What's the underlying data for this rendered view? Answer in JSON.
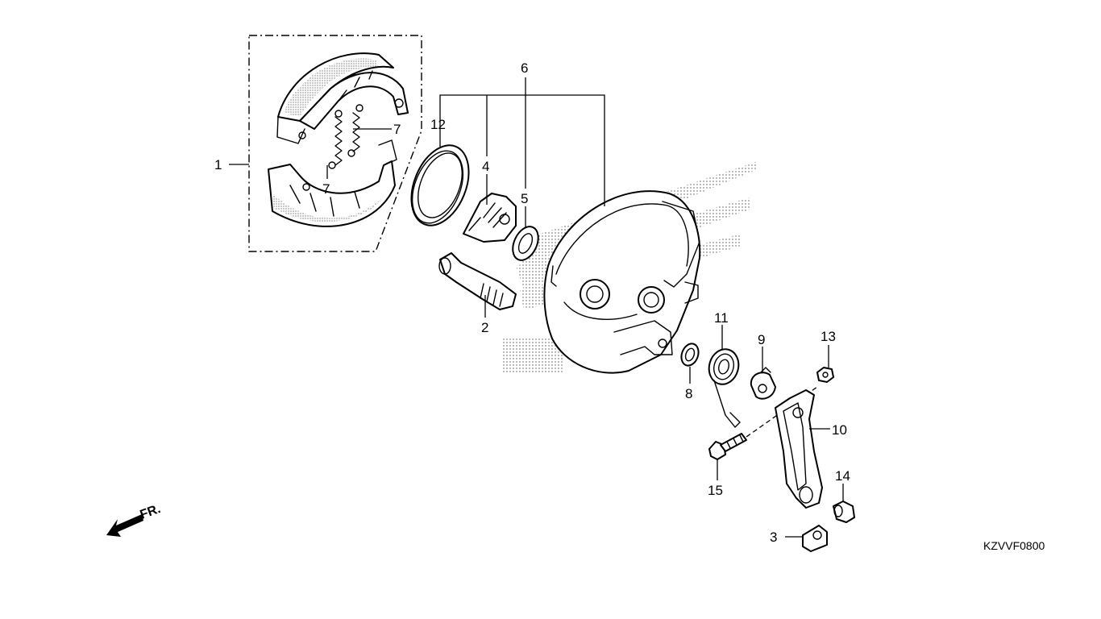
{
  "diagram": {
    "part_callouts": [
      "1",
      "2",
      "3",
      "4",
      "5",
      "6",
      "7",
      "7",
      "8",
      "9",
      "10",
      "11",
      "12",
      "13",
      "14",
      "15"
    ],
    "front_indicator": "FR.",
    "drawing_code": "KZVVF0800"
  },
  "icons": {
    "front_arrow": "arrow-front-icon"
  }
}
